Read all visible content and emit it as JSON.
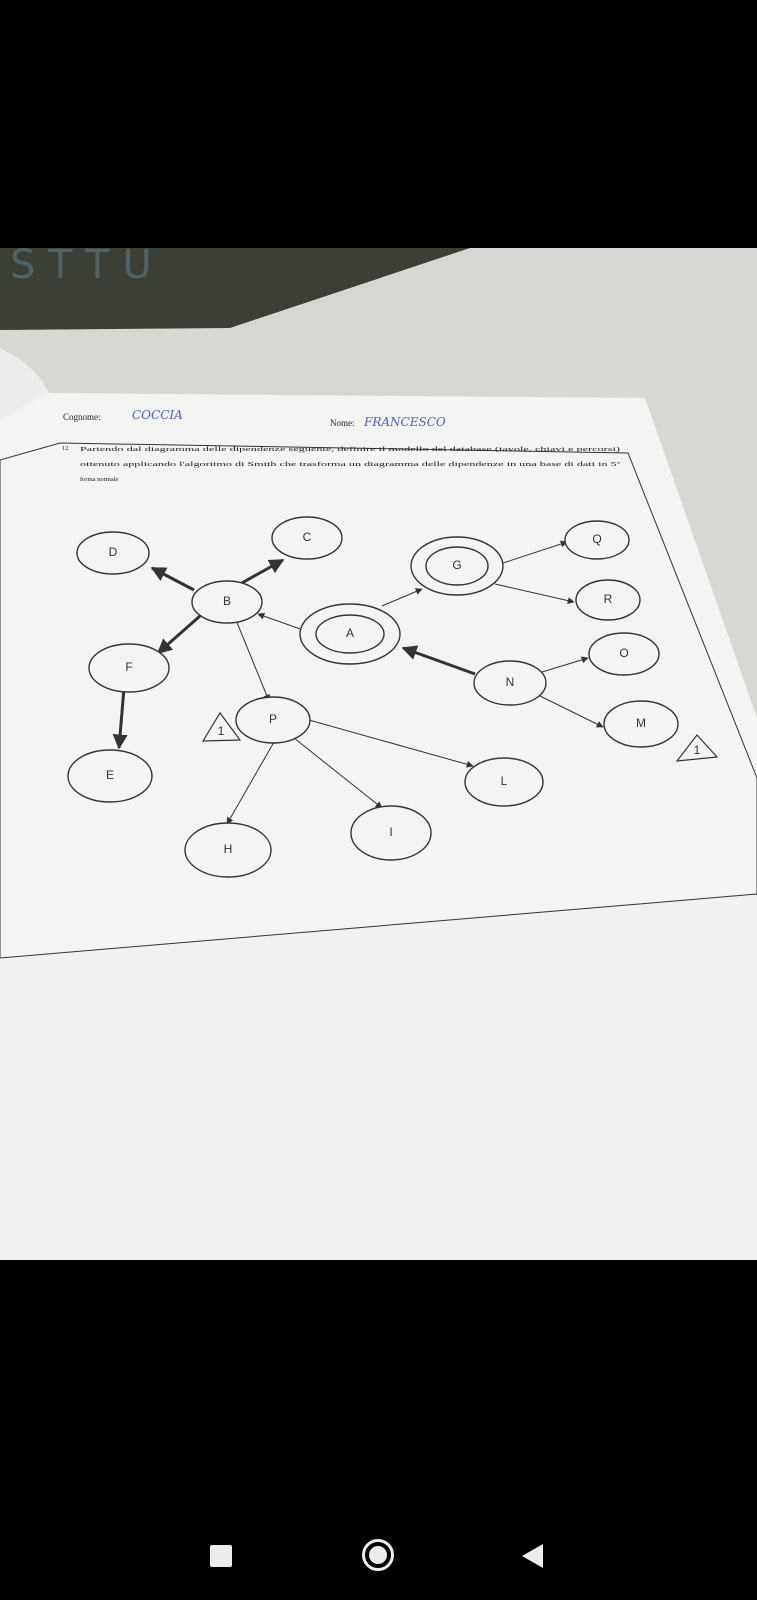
{
  "sheet": {
    "surname_label": "Cognome:",
    "surname_value": "COCCIA",
    "name_label": "Nome:",
    "name_value": "FRANCESCO",
    "question_number": "12",
    "question_line1": "Partendo dal diagramma delle dipendenze seguente, definire il modello del database (tavole, chiavi e percorsi)",
    "question_line2": "ottenuto applicando l'algoritmo di Smith che trasforma un diagramma delle dipendenze in una base di dati in 5ª",
    "question_line3": "forma normale"
  },
  "diagram": {
    "nodes": [
      "D",
      "C",
      "G",
      "Q",
      "B",
      "R",
      "A",
      "O",
      "F",
      "N",
      "P",
      "M",
      "E",
      "L",
      "H",
      "I"
    ],
    "markers": [
      "1",
      "1"
    ]
  },
  "navbar": {
    "recent_icon": "square-icon",
    "home_icon": "circle-icon",
    "back_icon": "triangle-back-icon"
  }
}
